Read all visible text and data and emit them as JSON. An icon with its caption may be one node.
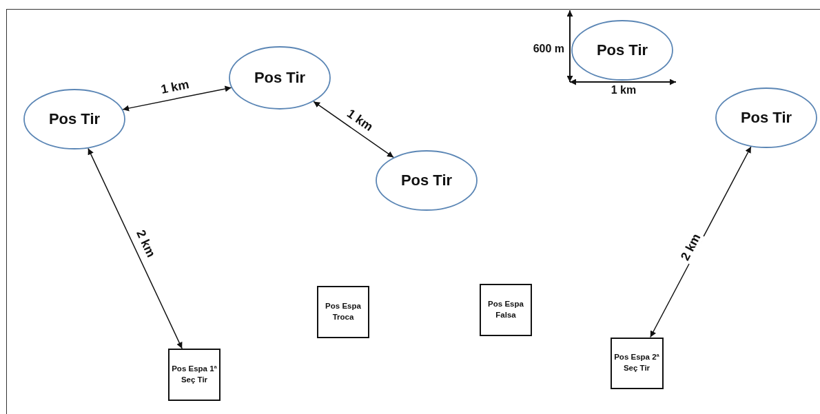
{
  "diagram": {
    "nodes": [
      {
        "text": [
          "Pos Tir"
        ]
      },
      {
        "text": [
          "Pos Tir"
        ]
      },
      {
        "text": [
          "Pos Tir"
        ]
      },
      {
        "text": [
          "Pos Tir"
        ]
      },
      {
        "text": [
          "Pos Tir"
        ]
      },
      {
        "text": [
          "Pos Espa Troca"
        ]
      },
      {
        "text": [
          "Pos Espa Falsa"
        ]
      },
      {
        "text": [
          "Pos Espa 1ª Seç Tir"
        ]
      },
      {
        "text": [
          "Pos Espa 2ª Seç Tir"
        ]
      }
    ],
    "edges": [
      {
        "from": 0,
        "to": 1,
        "arrow": "both",
        "label": "1 km"
      },
      {
        "from": 1,
        "to": 2,
        "arrow": "both",
        "label": "1 km"
      },
      {
        "from": 0,
        "to": 7,
        "arrow": "both",
        "label": "2 km"
      },
      {
        "from": 4,
        "to": 8,
        "arrow": "both",
        "label": "2 km"
      }
    ],
    "labels": [
      "600 m",
      "1 km"
    ]
  }
}
